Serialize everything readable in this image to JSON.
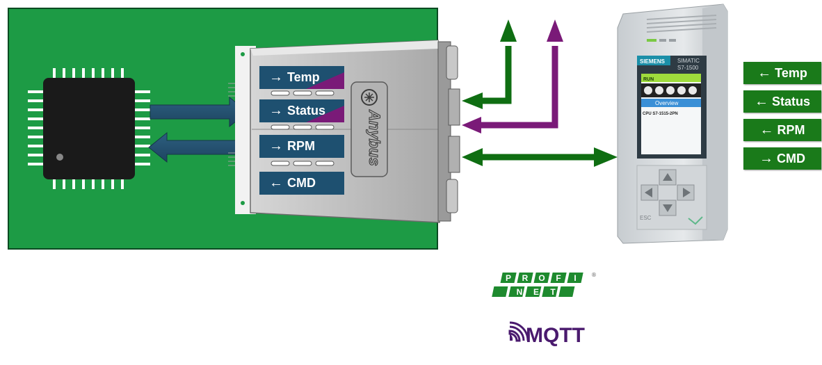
{
  "module": {
    "brand": "Anybus",
    "signals": [
      {
        "arrow": "→",
        "label": "Temp"
      },
      {
        "arrow": "→",
        "label": "Status"
      },
      {
        "arrow": "→",
        "label": "RPM"
      },
      {
        "arrow": "←",
        "label": "CMD"
      }
    ]
  },
  "plc": {
    "maker": "SIEMENS",
    "line1": "SIMATIC",
    "line2": "S7-1500",
    "mode": "RUN",
    "screen_title": "Overview",
    "cpu": "CPU S7-1515-2PN",
    "esc": "ESC"
  },
  "plc_tags": [
    {
      "arrow": "←",
      "label": "Temp"
    },
    {
      "arrow": "←",
      "label": "Status"
    },
    {
      "arrow": "←",
      "label": "RPM"
    },
    {
      "arrow": "→",
      "label": "CMD"
    }
  ],
  "protocols": {
    "profinet_top": [
      "P",
      "R",
      "O",
      "F",
      "I"
    ],
    "profinet_bottom": [
      "N",
      "E",
      "T"
    ],
    "mqtt": "MQTT"
  },
  "colors": {
    "board": "#1d9b45",
    "module_label": "#1e5070",
    "purple": "#7a1a78",
    "green": "#0f6e12",
    "tag_bg": "#1a7a1a"
  }
}
